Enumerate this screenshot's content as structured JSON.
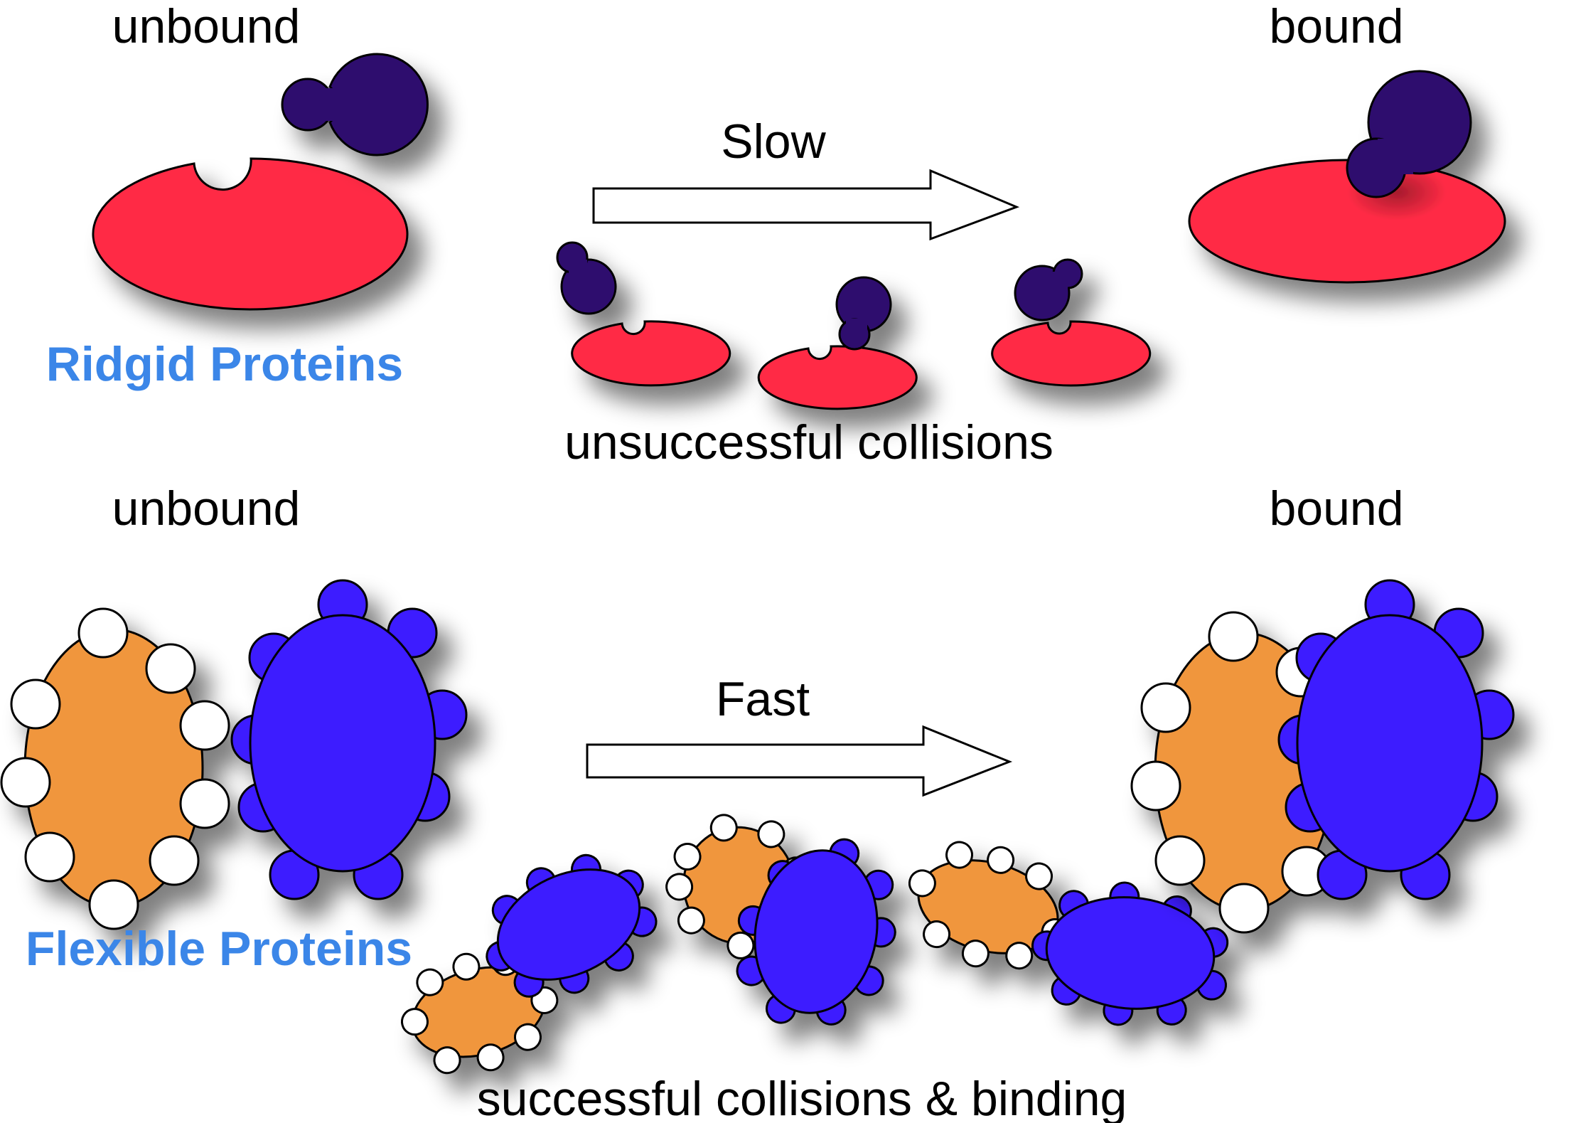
{
  "top": {
    "unbound_label": "unbound",
    "bound_label": "bound",
    "speed_label": "Slow",
    "collisions_label": "unsuccessful collisions",
    "category_label": "Ridgid Proteins"
  },
  "bottom": {
    "unbound_label": "unbound",
    "bound_label": "bound",
    "speed_label": "Fast",
    "collisions_label": "successful collisions & binding",
    "category_label": "Flexible Proteins"
  },
  "colors": {
    "receptor_red": "#ff2b45",
    "ligand_dark": "#2e0b6e",
    "flexible_orange": "#f0963c",
    "flexible_blue": "#3d1aff",
    "category_text_blue": "#3b86e8",
    "outline": "#000000",
    "shadow": "#7a7a7a"
  },
  "icons": {
    "arrow": "right-arrow-icon",
    "rigid_receptor": "ellipse-with-notch-shape",
    "rigid_ligand": "dumbbell-shape",
    "flexible_receptor": "scalloped-oval-shape",
    "flexible_ligand": "bumpy-oval-shape"
  }
}
